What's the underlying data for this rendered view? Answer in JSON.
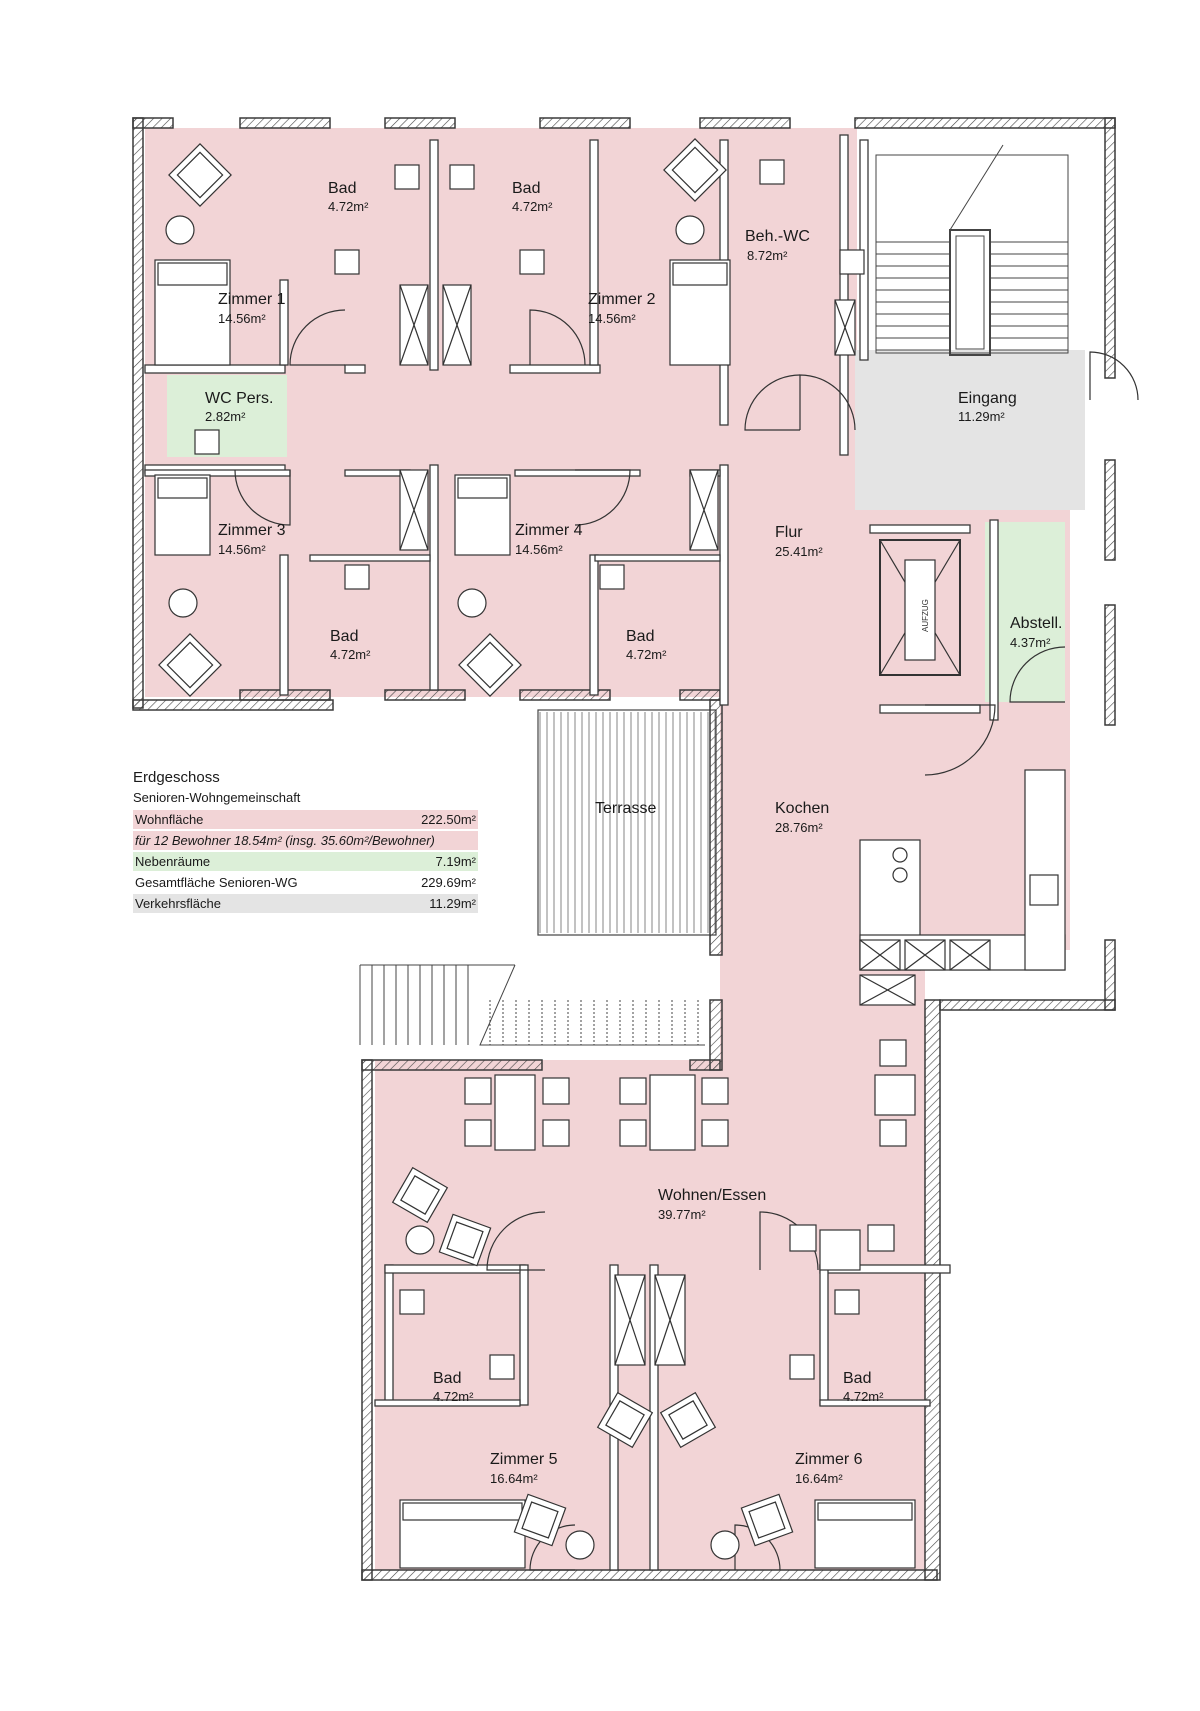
{
  "rooms": {
    "zimmer1": {
      "name": "Zimmer 1",
      "area": "14.56m²"
    },
    "zimmer2": {
      "name": "Zimmer 2",
      "area": "14.56m²"
    },
    "zimmer3": {
      "name": "Zimmer 3",
      "area": "14.56m²"
    },
    "zimmer4": {
      "name": "Zimmer 4",
      "area": "14.56m²"
    },
    "zimmer5": {
      "name": "Zimmer 5",
      "area": "16.64m²"
    },
    "zimmer6": {
      "name": "Zimmer 6",
      "area": "16.64m²"
    },
    "bad1": {
      "name": "Bad",
      "area": "4.72m²"
    },
    "bad2": {
      "name": "Bad",
      "area": "4.72m²"
    },
    "bad3": {
      "name": "Bad",
      "area": "4.72m²"
    },
    "bad4": {
      "name": "Bad",
      "area": "4.72m²"
    },
    "bad5": {
      "name": "Bad",
      "area": "4.72m²"
    },
    "bad6": {
      "name": "Bad",
      "area": "4.72m²"
    },
    "behwc": {
      "name": "Beh.-WC",
      "area": "8.72m²"
    },
    "wcpers": {
      "name": "WC Pers.",
      "area": "2.82m²"
    },
    "eingang": {
      "name": "Eingang",
      "area": "11.29m²"
    },
    "flur": {
      "name": "Flur",
      "area": "25.41m²"
    },
    "abstell": {
      "name": "Abstell.",
      "area": "4.37m²"
    },
    "kochen": {
      "name": "Kochen",
      "area": "28.76m²"
    },
    "terrasse": {
      "name": "Terrasse"
    },
    "wohnen": {
      "name": "Wohnen/Essen",
      "area": "39.77m²"
    },
    "aufzug": {
      "name": "AUFZUG"
    }
  },
  "legend": {
    "title": "Erdgeschoss",
    "subtitle": "Senioren-Wohngemeinschaft",
    "wohnflaeche_label": "Wohnfläche",
    "wohnflaeche_value": "222.50m²",
    "note": "für 12 Bewohner 18.54m² (insg. 35.60m²/Bewohner)",
    "nebenraeume_label": "Nebenräume",
    "nebenraeume_value": "7.19m²",
    "gesamt_label": "Gesamtfläche Senioren-WG",
    "gesamt_value": "229.69m²",
    "verkehr_label": "Verkehrsfläche",
    "verkehr_value": "11.29m²"
  },
  "colors": {
    "living": "#f2d4d6",
    "service": "#dcefd8",
    "circulation": "#e4e4e4",
    "wall": "#3a3a3a"
  }
}
